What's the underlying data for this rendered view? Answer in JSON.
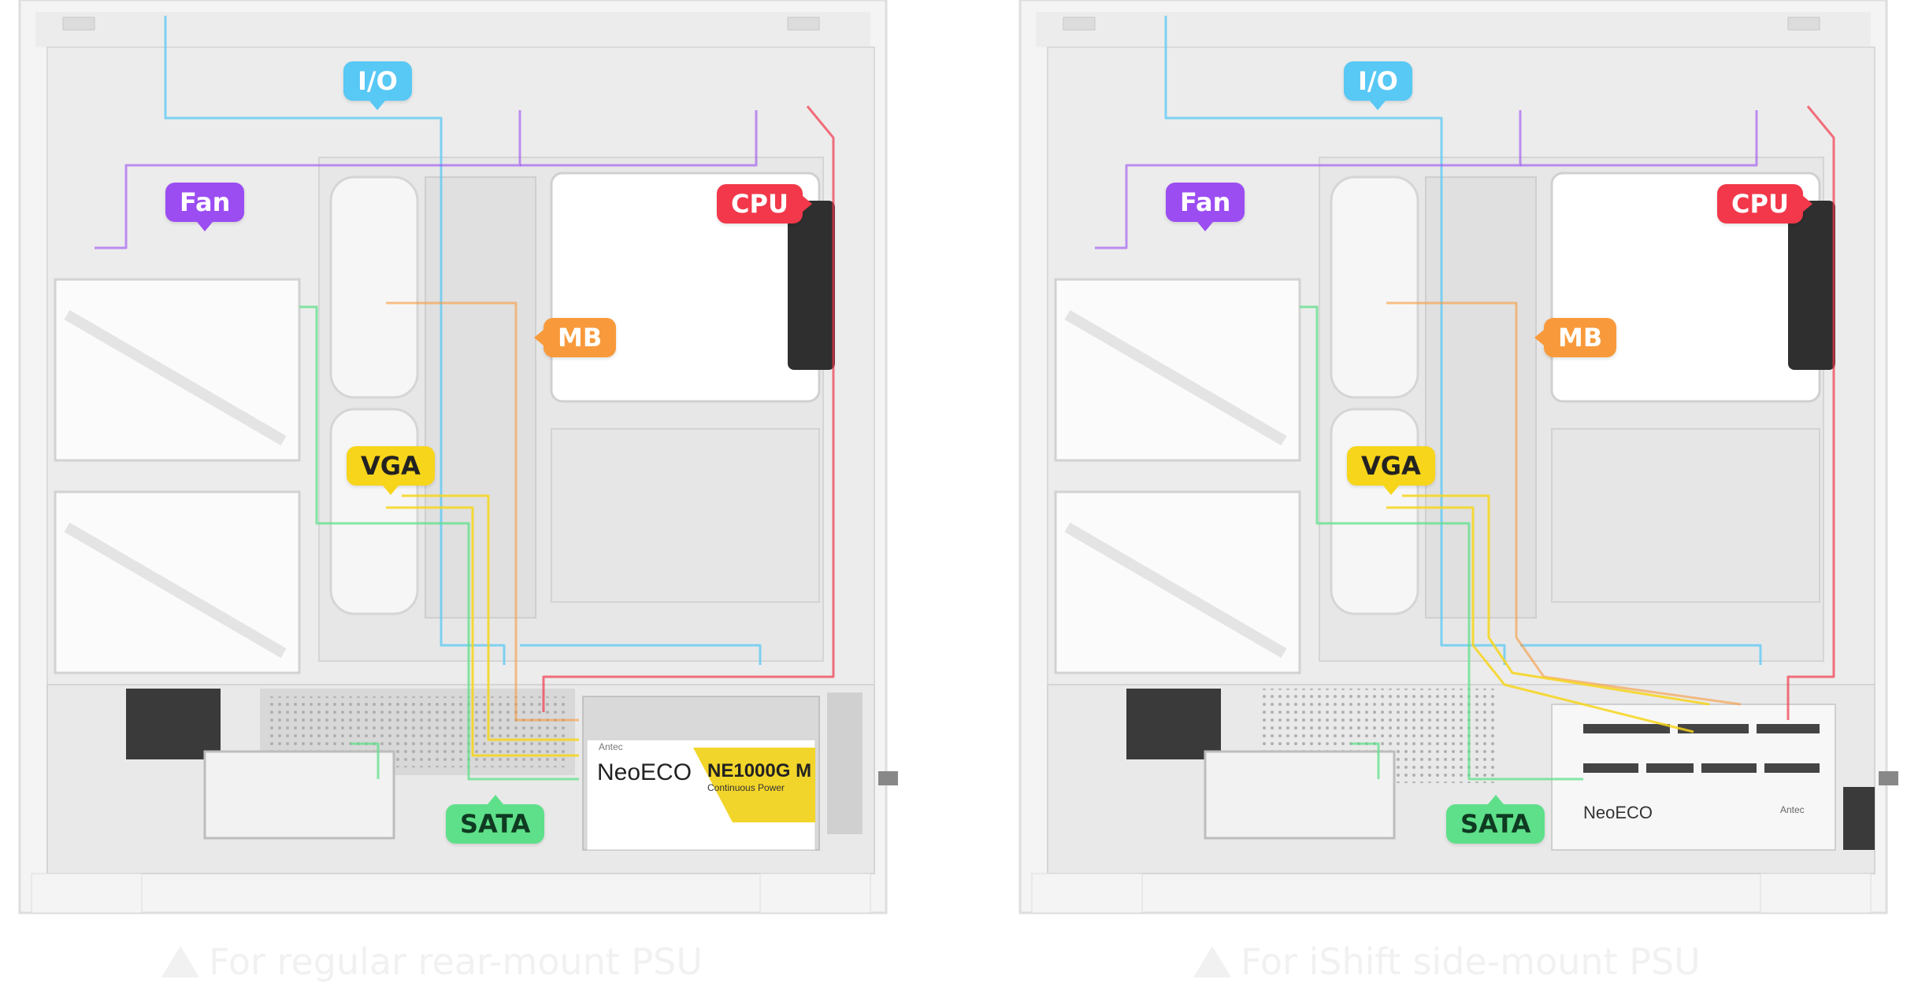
{
  "colors": {
    "io": "#58c8f5",
    "fan": "#9b4df2",
    "cpu": "#f2384a",
    "mb": "#f89a3c",
    "vga": "#f7d51a",
    "sata": "#5ee08a",
    "case": "#f0f0f0",
    "case_inner": "#e4e4e4",
    "psu_accent": "#f2d52a"
  },
  "panels": [
    {
      "labels": {
        "io": "I/O",
        "fan": "Fan",
        "cpu": "CPU",
        "mb": "MB",
        "vga": "VGA",
        "sata": "SATA"
      },
      "psu": {
        "brand": "NeoECO",
        "model": "NE1000G M",
        "model_sub": "Continuous Power",
        "maker": "Antec"
      },
      "caption": "For regular rear-mount PSU"
    },
    {
      "labels": {
        "io": "I/O",
        "fan": "Fan",
        "cpu": "CPU",
        "mb": "MB",
        "vga": "VGA",
        "sata": "SATA"
      },
      "psu": {
        "brand": "NeoECO",
        "maker": "Antec"
      },
      "caption": "For iShift side-mount PSU"
    }
  ]
}
